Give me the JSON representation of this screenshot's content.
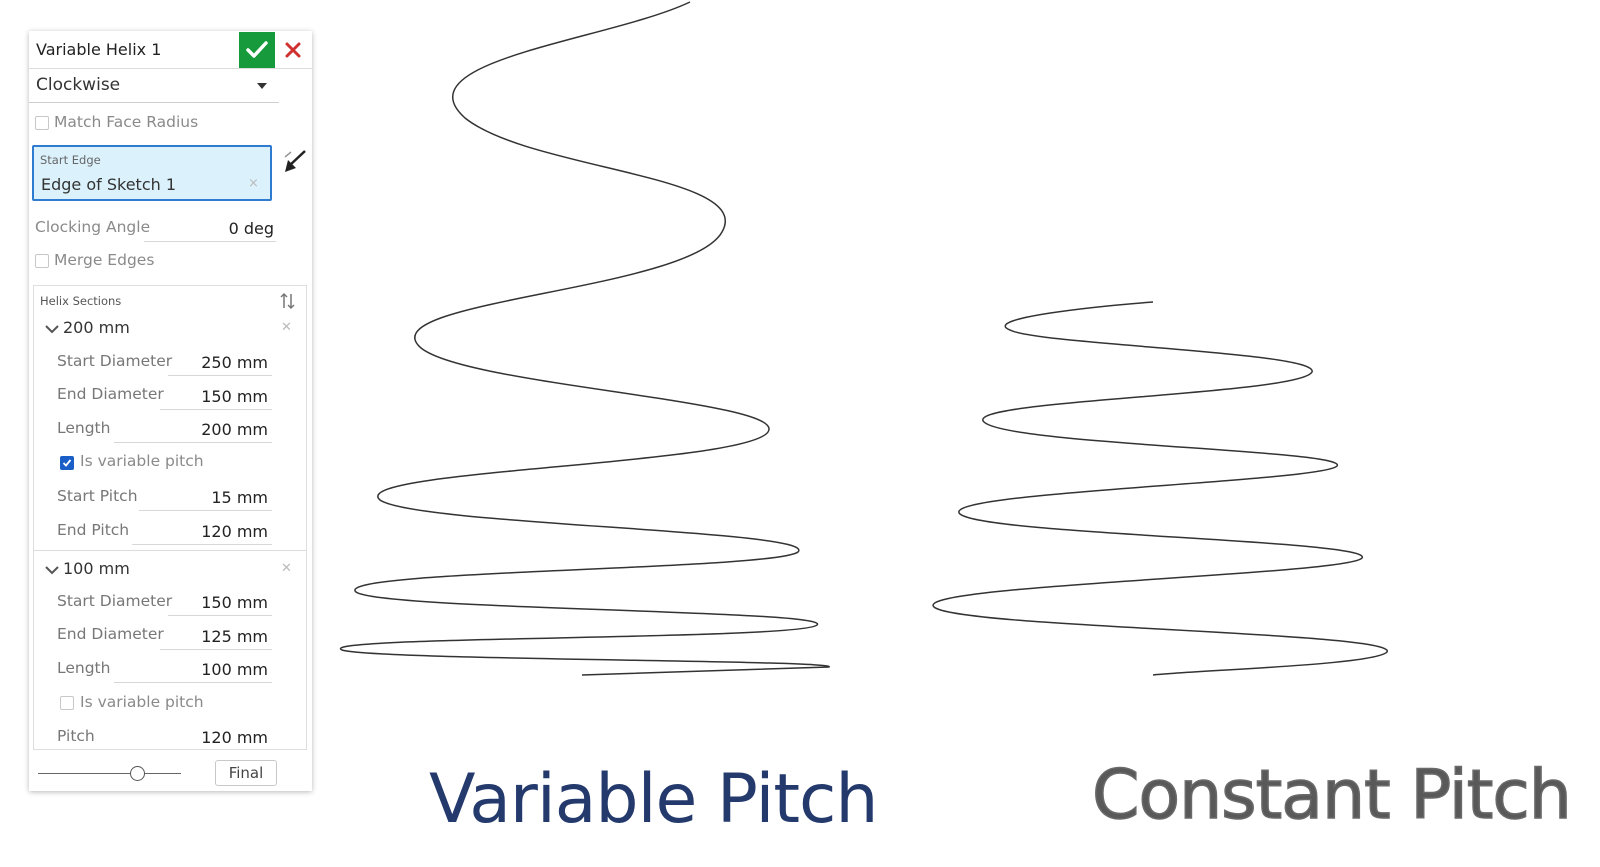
{
  "panel": {
    "title": "Variable Helix 1",
    "direction": "Clockwise",
    "match_face_radius": {
      "label": "Match Face Radius",
      "checked": false
    },
    "start_edge": {
      "label": "Start Edge",
      "value": "Edge of Sketch 1",
      "clear": "×"
    },
    "clocking_angle": {
      "label": "Clocking Angle",
      "value": "0 deg"
    },
    "merge_edges": {
      "label": "Merge Edges",
      "checked": false
    },
    "helix_sections": {
      "title": "Helix Sections",
      "sections": [
        {
          "name": "200 mm",
          "start_diameter": {
            "label": "Start Diameter",
            "value": "250 mm"
          },
          "end_diameter": {
            "label": "End Diameter",
            "value": "150 mm"
          },
          "length": {
            "label": "Length",
            "value": "200 mm"
          },
          "variable_pitch": {
            "label": "Is variable pitch",
            "checked": true
          },
          "start_pitch": {
            "label": "Start Pitch",
            "value": "15 mm"
          },
          "end_pitch": {
            "label": "End Pitch",
            "value": "120 mm"
          }
        },
        {
          "name": "100 mm",
          "start_diameter": {
            "label": "Start Diameter",
            "value": "150 mm"
          },
          "end_diameter": {
            "label": "End Diameter",
            "value": "125 mm"
          },
          "length": {
            "label": "Length",
            "value": "100 mm"
          },
          "variable_pitch": {
            "label": "Is variable pitch",
            "checked": false
          },
          "pitch": {
            "label": "Pitch",
            "value": "120 mm"
          }
        }
      ]
    },
    "final_button": "Final",
    "slider_level": 0.75,
    "colors": {
      "accept": "#169a3c",
      "cancel": "#d03030",
      "selection_bg": "#dbf1fb",
      "selection_border": "#2e7bcf"
    }
  },
  "captions": {
    "variable": "Variable Pitch",
    "constant": "Constant Pitch"
  }
}
